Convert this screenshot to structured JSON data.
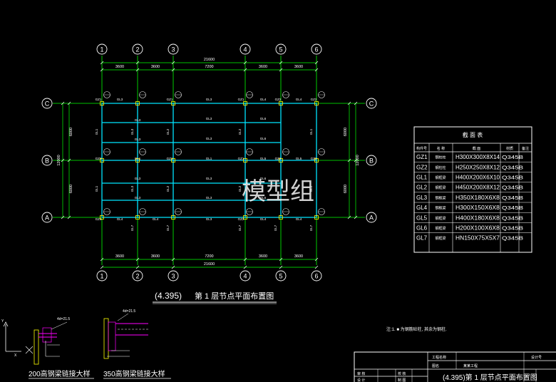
{
  "plan": {
    "axes_x": [
      "1",
      "2",
      "3",
      "4",
      "5",
      "6"
    ],
    "axes_y": [
      "C",
      "B",
      "A"
    ],
    "dims_top": [
      "3600",
      "3600",
      "7200",
      "3600",
      "3600"
    ],
    "total_top": "21600",
    "dims_bottom": [
      "3600",
      "3600",
      "7200",
      "3600",
      "3600"
    ],
    "total_bottom": "21600",
    "dims_left": [
      "6000",
      "6000"
    ],
    "total_left": "12000",
    "dims_right": [
      "6000",
      "6000"
    ],
    "total_right": "12000",
    "title_level": "(4.395)",
    "title_text": "第 1 层节点平面布置图",
    "member_labels": {
      "gz1": "GZ1",
      "gz2": "GZ2",
      "gl1": "GL1",
      "gl2": "GL2",
      "gl3": "GL3",
      "gl4": "GL4",
      "gl5": "GL5",
      "gl6": "GL6",
      "gl7": "GL7"
    }
  },
  "table": {
    "title": "截 面 表",
    "headers": [
      "构件号",
      "名 称",
      "截 面",
      "材质",
      "备注"
    ],
    "rows": [
      {
        "id": "GZ1",
        "name": "钢柱柱",
        "section": "H300X300X8X14",
        "mat": "Q345B"
      },
      {
        "id": "GZ2",
        "name": "钢柱柱",
        "section": "H250X250X8X12",
        "mat": "Q345B"
      },
      {
        "id": "GL1",
        "name": "钢框梁",
        "section": "H400X200X6X10",
        "mat": "Q345B"
      },
      {
        "id": "GL2",
        "name": "钢框梁",
        "section": "H450X200X8X12",
        "mat": "Q345B"
      },
      {
        "id": "GL3",
        "name": "钢框梁",
        "section": "H350X180X6X8",
        "mat": "Q345B"
      },
      {
        "id": "GL4",
        "name": "钢框梁",
        "section": "H300X150X6X8",
        "mat": "Q345B"
      },
      {
        "id": "GL5",
        "name": "钢框梁",
        "section": "H400X180X6X8",
        "mat": "Q345B"
      },
      {
        "id": "GL6",
        "name": "钢框梁",
        "section": "H200X100X6X8",
        "mat": "Q345B"
      },
      {
        "id": "GL7",
        "name": "钢框梁",
        "section": "HN150X75X5X7",
        "mat": "Q345B"
      }
    ]
  },
  "watermark": "模型组",
  "note": "注:1.  ■ 为钢筋砼柱, 其余为钢柱.",
  "details": [
    {
      "caption": "200高钢梁链接大样",
      "bolt": "4d=21.5"
    },
    {
      "caption": "350高钢梁链接大样",
      "bolt": "4d=21.5"
    }
  ],
  "title_block": {
    "project_label": "工程名称",
    "project_value": "某某工程",
    "design_label": "设计号",
    "drawing_label": "图名",
    "drawing_value": "(4.395)第 1 层节点平面布置图",
    "left_cells": [
      "审 核",
      "校 核",
      "设 计",
      "制 图"
    ]
  },
  "colors": {
    "grid": "#00ff00",
    "beam": "#00e5ff",
    "text": "#ffffff",
    "label": "#ffff00",
    "background": "#000000"
  }
}
